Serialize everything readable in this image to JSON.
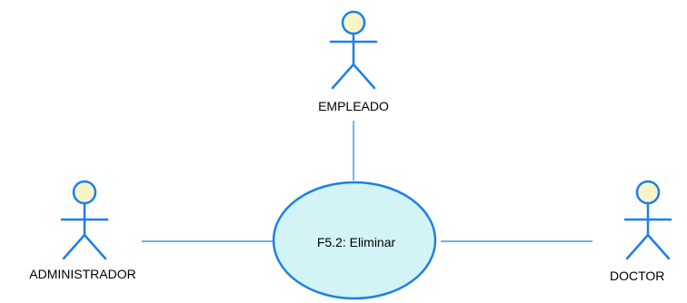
{
  "colors": {
    "stroke": "#1e7fe8",
    "head_fill": "#f7f5c8",
    "usecase_fill": "#d2f4f6",
    "text": "#000000",
    "background": "#ffffff"
  },
  "actors": [
    {
      "id": "empleado",
      "label": "EMPLEADO"
    },
    {
      "id": "administrador",
      "label": "ADMINISTRADOR"
    },
    {
      "id": "doctor",
      "label": "DOCTOR"
    }
  ],
  "use_case": {
    "label": "F5.2: Eliminar"
  },
  "associations": [
    {
      "from": "empleado",
      "to": "use_case"
    },
    {
      "from": "administrador",
      "to": "use_case"
    },
    {
      "from": "doctor",
      "to": "use_case"
    }
  ]
}
